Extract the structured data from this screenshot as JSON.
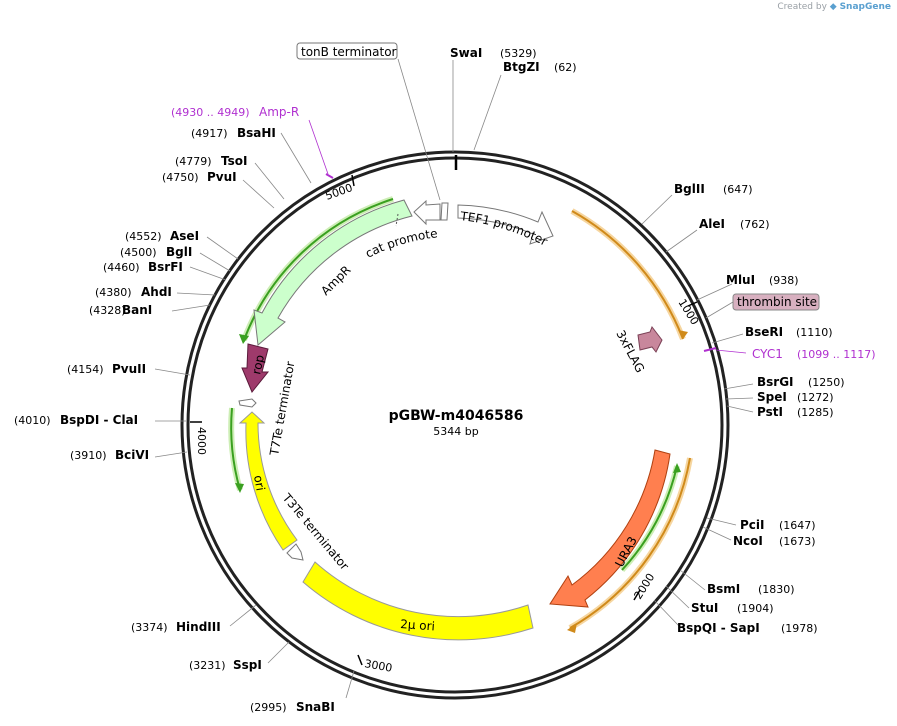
{
  "credit": {
    "prefix": "Created by",
    "brand": "SnapGene"
  },
  "plasmid": {
    "name": "pGBW-m4046586",
    "size_label": "5344 bp",
    "length": 5344
  },
  "ticks": [
    "1000",
    "2000",
    "3000",
    "4000",
    "5000"
  ],
  "colors": {
    "backbone": "#222222",
    "cds_orange": "#ff7f4f",
    "ori_yellow": "#ffff00",
    "promoter_white": "#ffffff",
    "ampr_green": "#ccffcc",
    "rop_purple": "#9e3a6b",
    "flag_pink": "#c8879c",
    "thrombin_box": "#d8b0c0",
    "primer_magenta": "#b030d0",
    "halo_orange": "#f0a030",
    "halo_green": "#3aa020"
  },
  "sites": [
    {
      "name": "SwaI",
      "pos": "(5329)"
    },
    {
      "name": "BtgZI",
      "pos": "(62)"
    },
    {
      "name": "BglII",
      "pos": "(647)"
    },
    {
      "name": "AleI",
      "pos": "(762)"
    },
    {
      "name": "MluI",
      "pos": "(938)"
    },
    {
      "name": "BseRI",
      "pos": "(1110)"
    },
    {
      "name": "BsrGI",
      "pos": "(1250)"
    },
    {
      "name": "SpeI",
      "pos": "(1272)"
    },
    {
      "name": "PstI",
      "pos": "(1285)"
    },
    {
      "name": "PciI",
      "pos": "(1647)"
    },
    {
      "name": "NcoI",
      "pos": "(1673)"
    },
    {
      "name": "BsmI",
      "pos": "(1830)"
    },
    {
      "name": "StuI",
      "pos": "(1904)"
    },
    {
      "name": "BspQI  -  SapI",
      "pos": "(1978)"
    },
    {
      "name": "SnaBI",
      "pos": "(2995)"
    },
    {
      "name": "SspI",
      "pos": "(3231)"
    },
    {
      "name": "HindIII",
      "pos": "(3374)"
    },
    {
      "name": "BciVI",
      "pos": "(3910)"
    },
    {
      "name": "BspDI  -  ClaI",
      "pos": "(4010)"
    },
    {
      "name": "PvuII",
      "pos": "(4154)"
    },
    {
      "name": "BanI",
      "pos": "(4328)"
    },
    {
      "name": "AhdI",
      "pos": "(4380)"
    },
    {
      "name": "BsrFI",
      "pos": "(4460)"
    },
    {
      "name": "BglI",
      "pos": "(4500)"
    },
    {
      "name": "AseI",
      "pos": "(4552)"
    },
    {
      "name": "PvuI",
      "pos": "(4750)"
    },
    {
      "name": "TsoI",
      "pos": "(4779)"
    },
    {
      "name": "BsaHI",
      "pos": "(4917)"
    }
  ],
  "features": {
    "tef1_promoter": "TEF1 promoter",
    "flag": "3xFLAG",
    "ura3": "URA3",
    "two_micron": "2μ ori",
    "t3te": "T3Te terminator",
    "ori": "ori",
    "t7te": "T7Te terminator",
    "rop": "rop",
    "ampr": "AmpR",
    "cat_promoter": "cat promoter",
    "tonb": "tonB terminator",
    "thrombin": "thrombin site"
  },
  "primers": {
    "cyc1": {
      "name": "CYC1",
      "range": "(1099 .. 1117)"
    },
    "ampr": {
      "name": "Amp-R",
      "range": "(4930 .. 4949)"
    }
  }
}
